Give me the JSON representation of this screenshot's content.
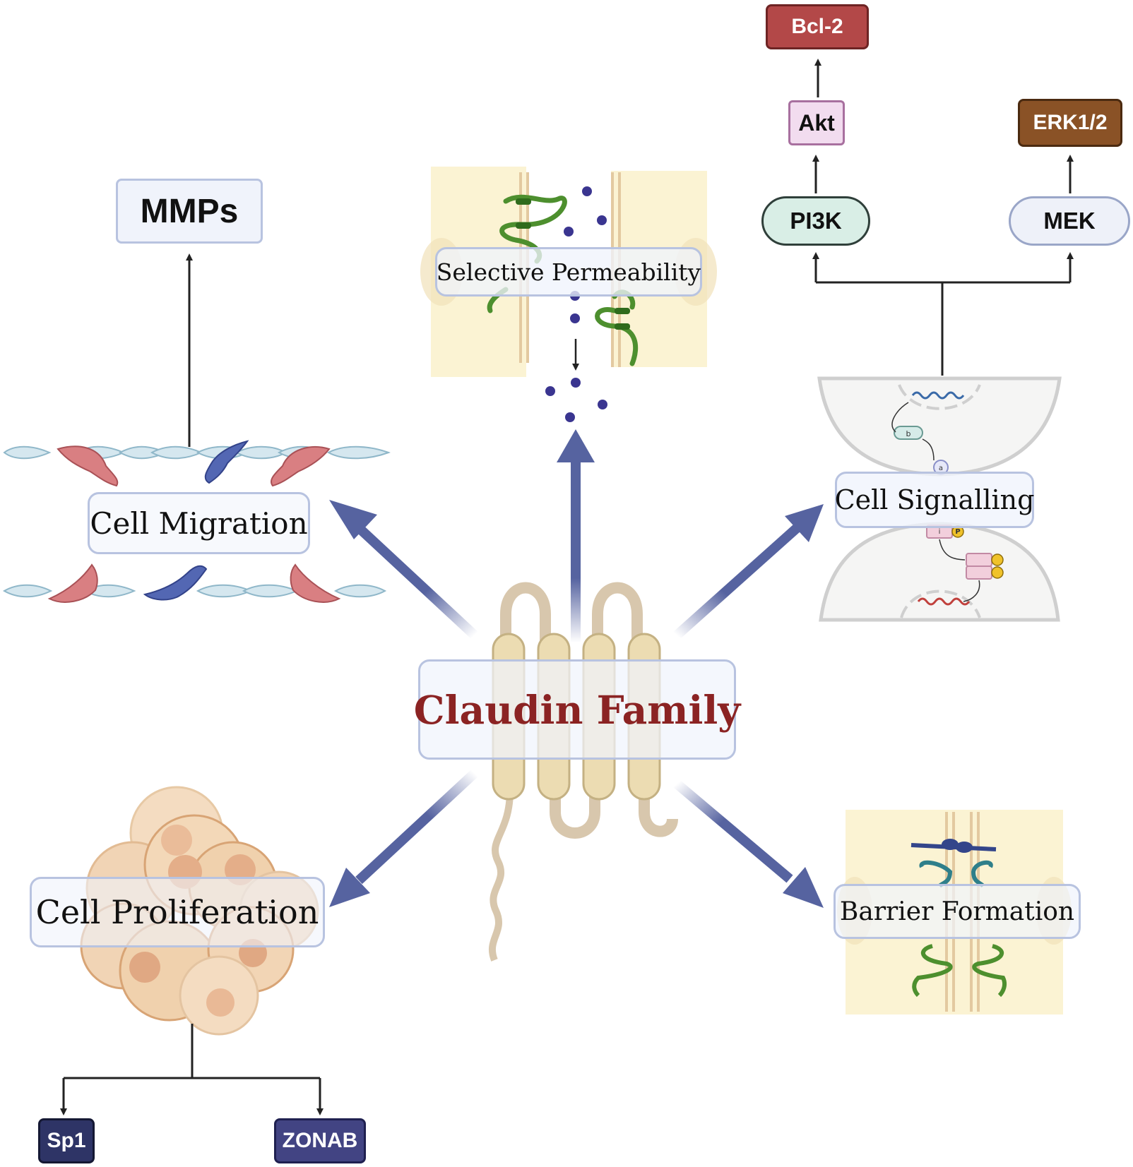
{
  "center": {
    "title": "Claudin Family"
  },
  "functions": {
    "selective_permeability": "Selective Permeability",
    "cell_signalling": "Cell Signalling",
    "cell_migration": "Cell Migration",
    "cell_proliferation": "Cell Proliferation",
    "barrier_formation": "Barrier Formation"
  },
  "targets": {
    "mmps": "MMPs",
    "bcl2": "Bcl-2",
    "akt": "Akt",
    "erk": "ERK1/2",
    "pi3k": "PI3K",
    "mek": "MEK",
    "sp1": "Sp1",
    "zonab": "ZONAB"
  },
  "signalling_icon_letters": {
    "a": "a",
    "b": "b",
    "i": "i",
    "p": "P"
  },
  "colors": {
    "main_arrow": "#5663a0",
    "center_text": "#8b2323",
    "bcl2": "#b34848",
    "akt_fill": "#f2dcef",
    "erk": "#8a5226",
    "pi3k_fill": "#d9eee6",
    "sp1": "#2e3466",
    "zonab": "#424483",
    "membrane_bg": "#fbf3d3",
    "claudin": "#e8d7a8",
    "tight_junction_strand": "#4d8f2e"
  }
}
